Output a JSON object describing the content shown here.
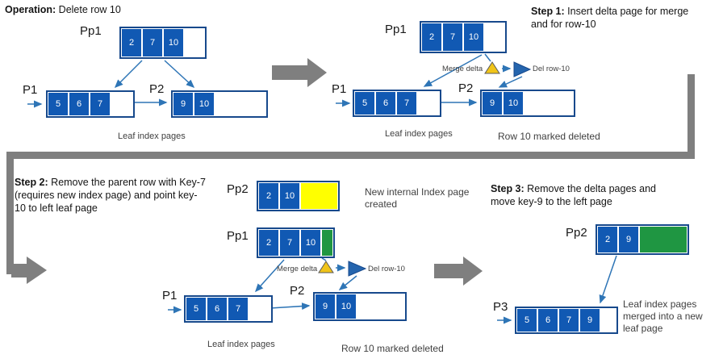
{
  "colors": {
    "page_blue": "#1159b3",
    "page_border": "#17498c",
    "arrow_blue": "#2e75b6",
    "connector_gray": "#7f7f7f",
    "highlight_yellow": "#ffff00",
    "highlight_green": "#1f9642",
    "delta_marker_yellow": "#f0c419",
    "delta_marker_blue": "#2565ae"
  },
  "icons": {
    "merge_delta_icon": "yellow-triangle",
    "delete_delta_icon": "blue-triangle",
    "entry_arrow_icon": "small-right-arrow",
    "step_arrow_icon": "thick-gray-right-arrow"
  },
  "panel1": {
    "title_label": "Operation:",
    "title_text": " Delete row 10",
    "pp1": {
      "label": "Pp1",
      "cells": [
        "2",
        "7",
        "10"
      ]
    },
    "p1": {
      "label": "P1",
      "cells": [
        "5",
        "6",
        "7"
      ]
    },
    "p2": {
      "label": "P2",
      "cells": [
        "9",
        "10"
      ]
    },
    "leaf_caption": "Leaf index pages"
  },
  "panel2": {
    "title_label": "Step 1:",
    "title_text": " Insert delta page for merge and for row-10",
    "pp1": {
      "label": "Pp1",
      "cells": [
        "2",
        "7",
        "10"
      ]
    },
    "merge_delta_label": "Merge delta",
    "del_row_label": "Del row-10",
    "p1": {
      "label": "P1",
      "cells": [
        "5",
        "6",
        "7"
      ]
    },
    "p2": {
      "label": "P2",
      "cells": [
        "9",
        "10"
      ]
    },
    "leaf_caption": "Leaf index pages",
    "deleted_caption": "Row 10 marked deleted"
  },
  "panel3": {
    "title_label": "Step 2:",
    "title_text": " Remove the parent row with Key-7 (requires new index page) and point key-10 to left leaf page",
    "pp2": {
      "label": "Pp2",
      "cells": [
        "2",
        "10"
      ]
    },
    "new_page_caption": "New internal Index page created",
    "pp1": {
      "label": "Pp1",
      "cells": [
        "2",
        "7",
        "10"
      ]
    },
    "merge_delta_label": "Merge delta",
    "del_row_label": "Del row-10",
    "p1": {
      "label": "P1",
      "cells": [
        "5",
        "6",
        "7"
      ]
    },
    "p2": {
      "label": "P2",
      "cells": [
        "9",
        "10"
      ]
    },
    "leaf_caption": "Leaf index pages",
    "deleted_caption": "Row 10 marked deleted"
  },
  "panel4": {
    "title_label": "Step 3:",
    "title_text": " Remove the delta pages and move key-9 to the left page",
    "pp2": {
      "label": "Pp2",
      "cells": [
        "2",
        "9"
      ]
    },
    "p3": {
      "label": "P3",
      "cells": [
        "5",
        "6",
        "7",
        "9"
      ]
    },
    "caption": "Leaf index pages merged into a new leaf page"
  }
}
